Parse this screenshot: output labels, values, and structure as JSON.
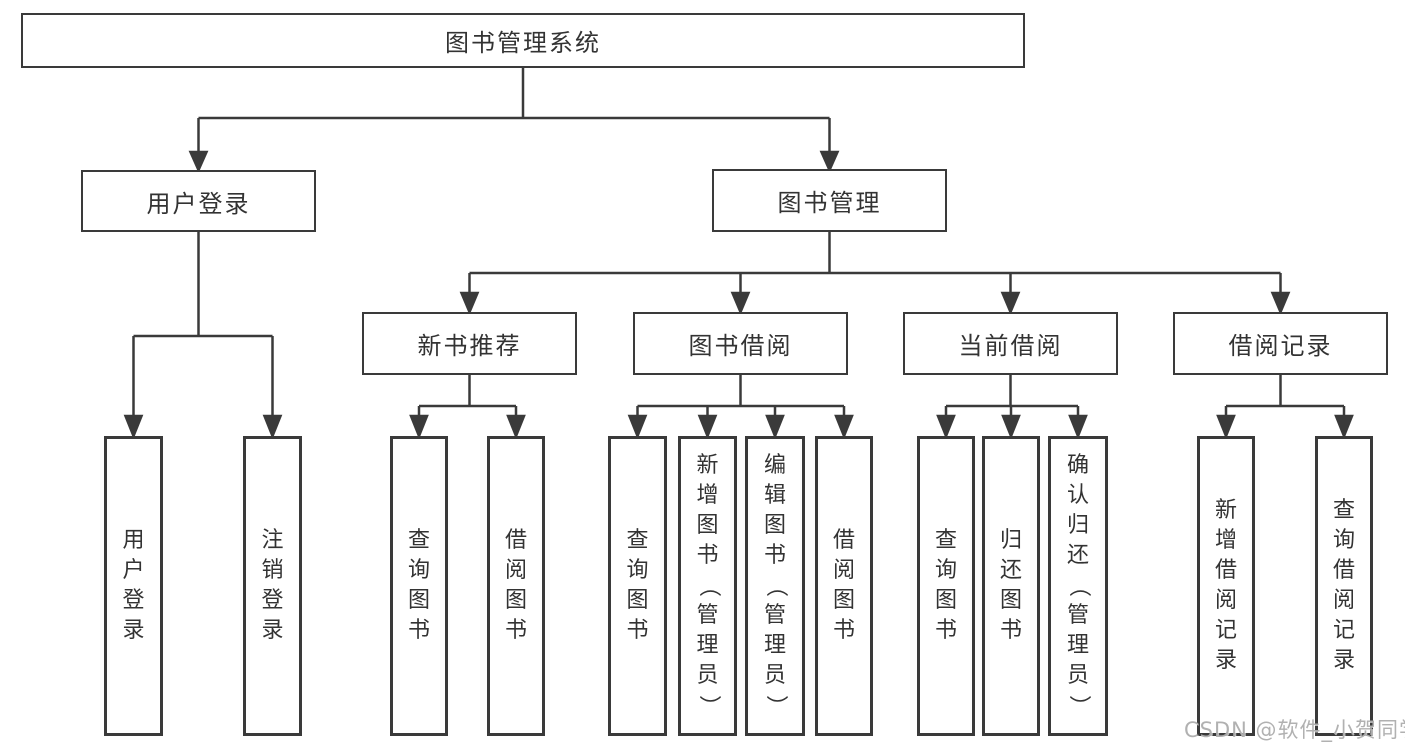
{
  "diagram": {
    "type": "hierarchy-tree",
    "root": {
      "label": "图书管理系统"
    },
    "level2": [
      {
        "id": "user_login",
        "label": "用户登录"
      },
      {
        "id": "book_management",
        "label": "图书管理"
      }
    ],
    "level3": [
      {
        "id": "new_book_recommend",
        "label": "新书推荐",
        "parent": "book_management"
      },
      {
        "id": "book_borrow",
        "label": "图书借阅",
        "parent": "book_management"
      },
      {
        "id": "current_borrow",
        "label": "当前借阅",
        "parent": "book_management"
      },
      {
        "id": "borrow_records",
        "label": "借阅记录",
        "parent": "book_management"
      }
    ],
    "leaves": {
      "user_login": [
        "用户登录",
        "注销登录"
      ],
      "new_book_recommend": [
        "查询图书",
        "借阅图书"
      ],
      "book_borrow": [
        "查询图书",
        "新增图书（管理员）",
        "编辑图书（管理员）",
        "借阅图书"
      ],
      "current_borrow": [
        "查询图书",
        "归还图书",
        "确认归还（管理员）"
      ],
      "borrow_records": [
        "新增借阅记录",
        "查询借阅记录"
      ]
    }
  },
  "watermark": {
    "text": "CSDN @软件_小贺同学"
  },
  "colors": {
    "line": "#3a3a3a",
    "text": "#333333",
    "background": "#ffffff",
    "watermark": "#adadad"
  }
}
